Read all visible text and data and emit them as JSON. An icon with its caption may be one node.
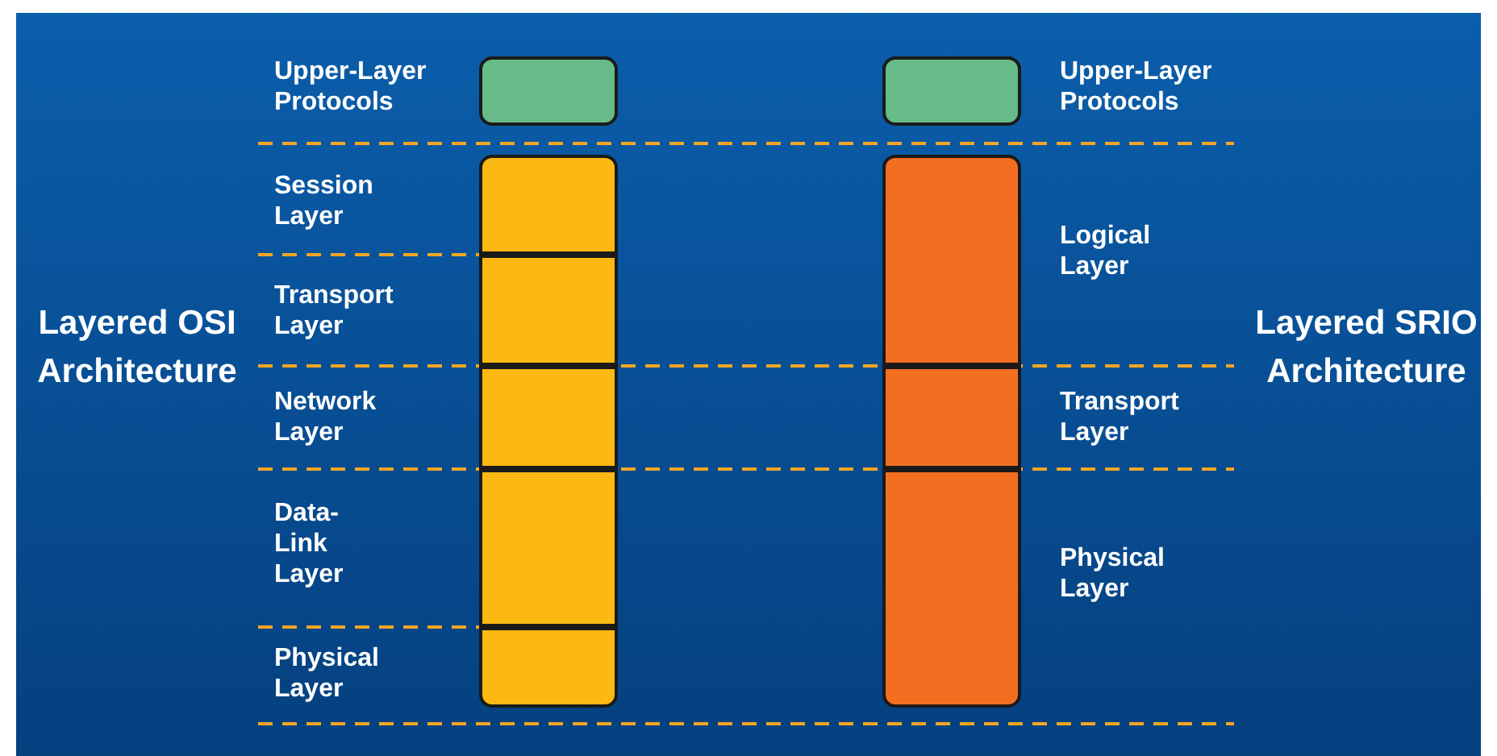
{
  "diagram": {
    "nodes": [
      {
        "text": [],
        "shape": "box"
      },
      {
        "text": [],
        "shape": "box"
      },
      {
        "text": [],
        "shape": "box"
      },
      {
        "text": [],
        "shape": "box"
      },
      {
        "text": [],
        "shape": "box"
      },
      {
        "text": [],
        "shape": "box"
      },
      {
        "text": [],
        "shape": "box"
      },
      {
        "text": [],
        "shape": "box"
      },
      {
        "text": [],
        "shape": "box"
      },
      {
        "text": [],
        "shape": "box"
      }
    ],
    "labels": [
      "Upper-Layer Protocols",
      "Upper-Layer Protocols",
      "Session Layer",
      "Logical Layer",
      "Transport Layer",
      "Layered OSI Architecture",
      "Layered SRIO Architecture",
      "Network Layer",
      "Transport Layer",
      "Data- Link Layer",
      "Physical Layer",
      "Physical Layer"
    ]
  }
}
